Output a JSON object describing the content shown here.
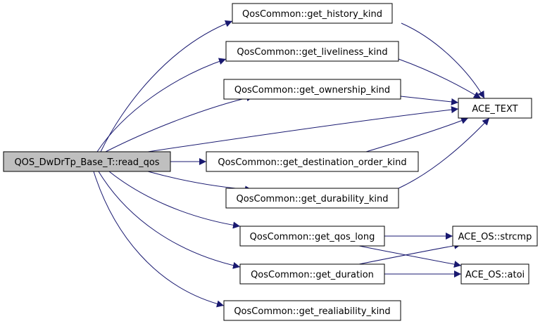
{
  "graph": {
    "root": {
      "id": "root",
      "label": "QOS_DwDrTp_Base_T::read_qos"
    },
    "nodes": [
      {
        "id": "history",
        "label": "QosCommon::get_history_kind"
      },
      {
        "id": "liveliness",
        "label": "QosCommon::get_liveliness_kind"
      },
      {
        "id": "ownership",
        "label": "QosCommon::get_ownership_kind"
      },
      {
        "id": "ace_text",
        "label": "ACE_TEXT"
      },
      {
        "id": "destination",
        "label": "QosCommon::get_destination_order_kind"
      },
      {
        "id": "durability",
        "label": "QosCommon::get_durability_kind"
      },
      {
        "id": "qos_long",
        "label": "QosCommon::get_qos_long"
      },
      {
        "id": "strcmp",
        "label": "ACE_OS::strcmp"
      },
      {
        "id": "duration",
        "label": "QosCommon::get_duration"
      },
      {
        "id": "atoi",
        "label": "ACE_OS::atoi"
      },
      {
        "id": "reliability",
        "label": "QosCommon::get_realiability_kind"
      }
    ],
    "edges": [
      {
        "from": "root",
        "to": "history"
      },
      {
        "from": "root",
        "to": "liveliness"
      },
      {
        "from": "root",
        "to": "ownership"
      },
      {
        "from": "root",
        "to": "ace_text"
      },
      {
        "from": "root",
        "to": "destination"
      },
      {
        "from": "root",
        "to": "durability"
      },
      {
        "from": "root",
        "to": "qos_long"
      },
      {
        "from": "root",
        "to": "duration"
      },
      {
        "from": "root",
        "to": "reliability"
      },
      {
        "from": "history",
        "to": "ace_text"
      },
      {
        "from": "liveliness",
        "to": "ace_text"
      },
      {
        "from": "ownership",
        "to": "ace_text"
      },
      {
        "from": "destination",
        "to": "ace_text"
      },
      {
        "from": "durability",
        "to": "ace_text"
      },
      {
        "from": "qos_long",
        "to": "strcmp"
      },
      {
        "from": "qos_long",
        "to": "atoi"
      },
      {
        "from": "duration",
        "to": "strcmp"
      },
      {
        "from": "duration",
        "to": "atoi"
      }
    ],
    "colors": {
      "root_fill": "#bfbfbf",
      "node_fill": "#ffffff",
      "node_border": "#000000",
      "edge": "#191970",
      "text": "#000000"
    }
  }
}
